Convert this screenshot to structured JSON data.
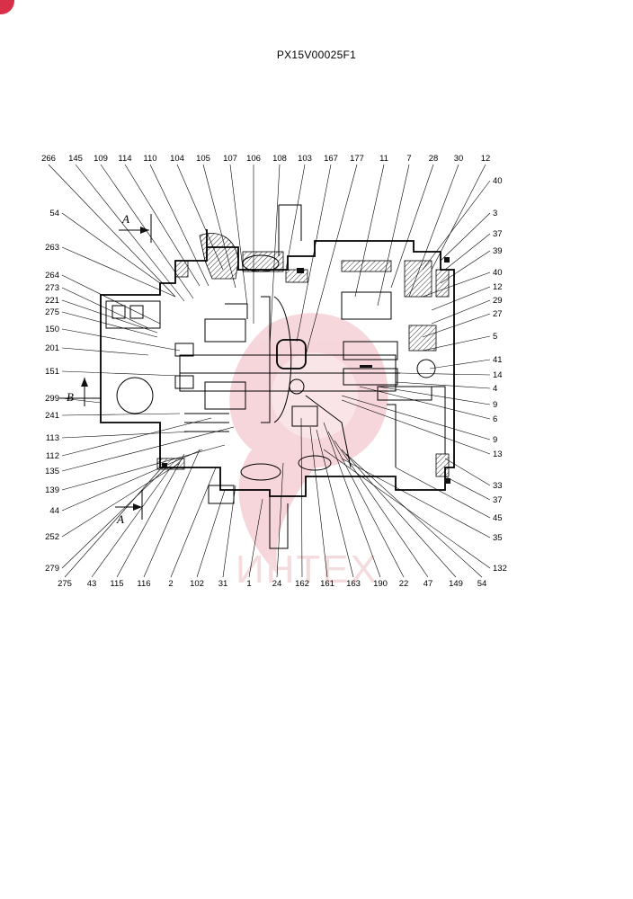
{
  "title": "PX15V00025F1",
  "watermark_text": "ИНТЕХ",
  "colors": {
    "watermark": "#e8aab2",
    "badge": "#d9304a",
    "line": "#000000"
  },
  "section_marks": {
    "a_top": "A",
    "b_left": "B",
    "a_bottom": "A"
  },
  "labels_top": [
    "266",
    "145",
    "109",
    "114",
    "110",
    "104",
    "105",
    "107",
    "106",
    "108",
    "103",
    "167",
    "177",
    "11",
    "7",
    "28",
    "30",
    "12"
  ],
  "labels_right": [
    "40",
    "3",
    "37",
    "39",
    "40",
    "12",
    "29",
    "27",
    "5",
    "41",
    "14",
    "4",
    "9",
    "6",
    "9",
    "13",
    "33",
    "37",
    "45",
    "35",
    "132"
  ],
  "labels_left": [
    "54",
    "263",
    "264",
    "273",
    "221",
    "275",
    "150",
    "201",
    "151",
    "299",
    "241",
    "113",
    "112",
    "135",
    "139",
    "44",
    "252",
    "279"
  ],
  "labels_bottom": [
    "275",
    "43",
    "115",
    "116",
    "2",
    "102",
    "31",
    "1",
    "24",
    "162",
    "161",
    "163",
    "190",
    "22",
    "47",
    "149",
    "54"
  ]
}
